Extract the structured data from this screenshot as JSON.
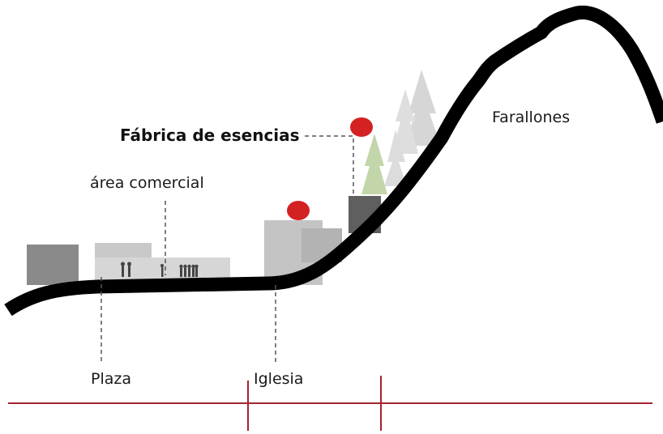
{
  "labels": {
    "fabrica": "Fábrica de esencias",
    "area_comercial": "área comercial",
    "farallones": "Farallones",
    "plaza": "Plaza",
    "iglesia": "Iglesia"
  },
  "colors": {
    "terrain": "#000000",
    "marker": "#d42222",
    "axis": "#a3232f",
    "leader": "#555555",
    "building_dark": "#5f5f5f",
    "building_mid": "#9b9b9b",
    "building_light": "#c6c6c6",
    "tree": "#b7c9a0"
  }
}
